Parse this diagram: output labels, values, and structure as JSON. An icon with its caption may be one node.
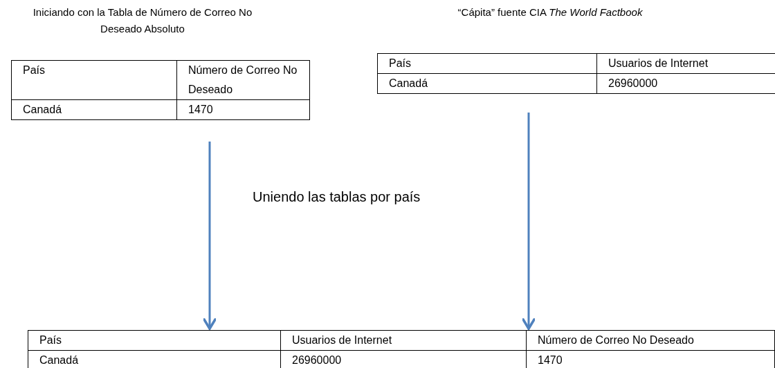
{
  "diagram": {
    "nodes": [
      {
        "text": [
          "País",
          "Número de Correo No Deseado",
          "Canadá",
          "1470"
        ],
        "beside": [
          "Iniciando con la Tabla de Número de Correo No Deseado Absoluto"
        ]
      },
      {
        "text": [
          "País",
          "Usuarios de Internet",
          "Canadá",
          "26960000"
        ],
        "beside": [
          "“Cápita” fuente CIA *The World Factbook*"
        ]
      },
      {
        "text": [
          "País",
          "Usuarios de Internet",
          "Número de Correo No Deseado",
          "Canadá",
          "26960000",
          "1470"
        ]
      }
    ],
    "edges": [
      {
        "from": 0,
        "to": 2,
        "arrow": "to"
      },
      {
        "from": 1,
        "to": 2,
        "arrow": "to"
      }
    ],
    "labels": [
      "Uniendo las tablas por país"
    ]
  }
}
